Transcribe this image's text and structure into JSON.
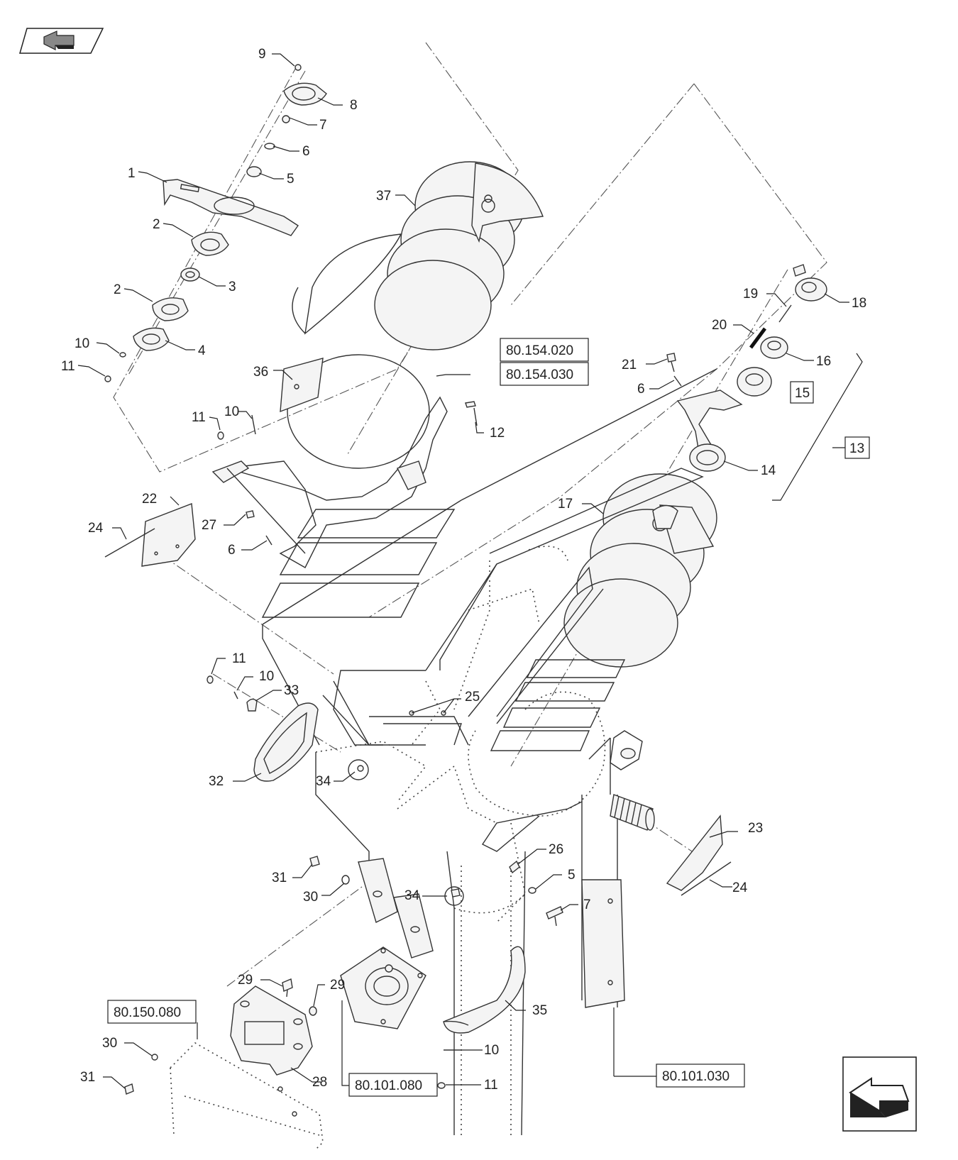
{
  "nav": {
    "prev_icon": "prev-arrow-icon",
    "next_icon": "next-arrow-icon"
  },
  "callouts": [
    {
      "id": "c9",
      "text": "9"
    },
    {
      "id": "c8",
      "text": "8"
    },
    {
      "id": "c7a",
      "text": "7"
    },
    {
      "id": "c6a",
      "text": "6"
    },
    {
      "id": "c5a",
      "text": "5"
    },
    {
      "id": "c1",
      "text": "1"
    },
    {
      "id": "c2a",
      "text": "2"
    },
    {
      "id": "c3",
      "text": "3"
    },
    {
      "id": "c2b",
      "text": "2"
    },
    {
      "id": "c4",
      "text": "4"
    },
    {
      "id": "c10a",
      "text": "10"
    },
    {
      "id": "c11a",
      "text": "11"
    },
    {
      "id": "c37",
      "text": "37"
    },
    {
      "id": "c36",
      "text": "36"
    },
    {
      "id": "c11b",
      "text": "11"
    },
    {
      "id": "c10b",
      "text": "10"
    },
    {
      "id": "c12",
      "text": "12"
    },
    {
      "id": "c22",
      "text": "22"
    },
    {
      "id": "c24a",
      "text": "24"
    },
    {
      "id": "c27",
      "text": "27"
    },
    {
      "id": "c6b",
      "text": "6"
    },
    {
      "id": "c19",
      "text": "19"
    },
    {
      "id": "c18",
      "text": "18"
    },
    {
      "id": "c20",
      "text": "20"
    },
    {
      "id": "c16",
      "text": "16"
    },
    {
      "id": "c21",
      "text": "21"
    },
    {
      "id": "c6c",
      "text": "6"
    },
    {
      "id": "c14",
      "text": "14"
    },
    {
      "id": "c17",
      "text": "17"
    },
    {
      "id": "c11c",
      "text": "11"
    },
    {
      "id": "c10c",
      "text": "10"
    },
    {
      "id": "c33",
      "text": "33"
    },
    {
      "id": "c25",
      "text": "25"
    },
    {
      "id": "c32",
      "text": "32"
    },
    {
      "id": "c34a",
      "text": "34"
    },
    {
      "id": "c23",
      "text": "23"
    },
    {
      "id": "c24b",
      "text": "24"
    },
    {
      "id": "c26",
      "text": "26"
    },
    {
      "id": "c5b",
      "text": "5"
    },
    {
      "id": "c7b",
      "text": "7"
    },
    {
      "id": "c31a",
      "text": "31"
    },
    {
      "id": "c30a",
      "text": "30"
    },
    {
      "id": "c34b",
      "text": "34"
    },
    {
      "id": "c29a",
      "text": "29"
    },
    {
      "id": "c29b",
      "text": "29"
    },
    {
      "id": "c35",
      "text": "35"
    },
    {
      "id": "c10d",
      "text": "10"
    },
    {
      "id": "c11d",
      "text": "11"
    },
    {
      "id": "c30b",
      "text": "30"
    },
    {
      "id": "c31b",
      "text": "31"
    },
    {
      "id": "c28",
      "text": "28"
    }
  ],
  "boxed_callouts": [
    {
      "id": "b15",
      "text": "15"
    },
    {
      "id": "b13",
      "text": "13"
    }
  ],
  "reference_boxes": [
    {
      "id": "r1",
      "text": "80.154.020"
    },
    {
      "id": "r2",
      "text": "80.154.030"
    },
    {
      "id": "r3",
      "text": "80.150.080"
    },
    {
      "id": "r4",
      "text": "80.101.080"
    },
    {
      "id": "r5",
      "text": "80.101.030"
    }
  ]
}
